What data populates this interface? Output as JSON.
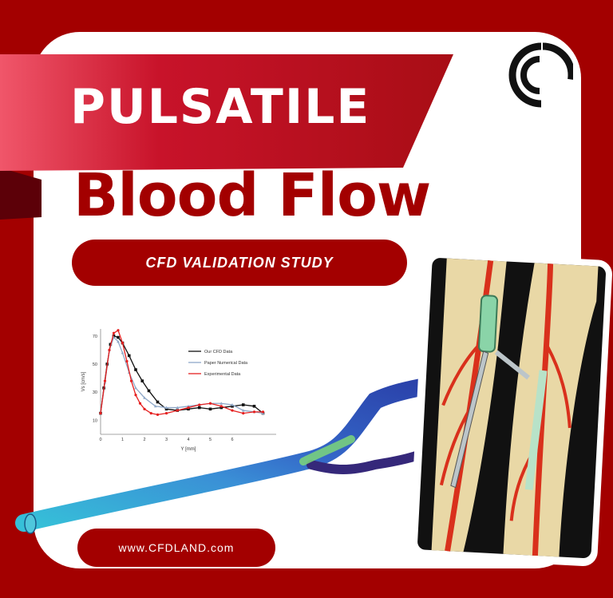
{
  "poster": {
    "title_line1": "PULSATILE",
    "title_line2": "Blood Flow",
    "subtitle": "CFD VALIDATION STUDY",
    "website": "www.CFDLAND.com",
    "colors": {
      "brand_red": "#a30000",
      "white": "#ffffff",
      "black": "#111111"
    }
  },
  "logo": {
    "icon": "cfdland-c-logo-icon"
  },
  "chart_data": {
    "type": "line",
    "title": "",
    "xlabel": "Y [mm]",
    "ylabel": "Vs [cm/s]",
    "xlim": [
      0,
      8
    ],
    "ylim": [
      0,
      75
    ],
    "xticks": [
      "0",
      "1",
      "2",
      "3",
      "4",
      "5",
      "6"
    ],
    "yticks": [
      "10",
      "30",
      "50",
      "70"
    ],
    "legend_position": "right",
    "series": [
      {
        "name": "Our CFD Data",
        "color": "#111111",
        "marker": "square",
        "x": [
          0,
          0.15,
          0.3,
          0.45,
          0.6,
          0.8,
          1.0,
          1.3,
          1.6,
          1.9,
          2.2,
          2.6,
          3.0,
          3.5,
          4.0,
          4.5,
          5.0,
          5.5,
          6.0,
          6.5,
          7.0,
          7.4
        ],
        "y": [
          15,
          33,
          50,
          64,
          70,
          69,
          65,
          56,
          46,
          38,
          31,
          23,
          18,
          17,
          18,
          19,
          18,
          19,
          20,
          21,
          20,
          15
        ]
      },
      {
        "name": "Paper Numerical Data",
        "color": "#8fa8c8",
        "marker": "triangle",
        "x": [
          0,
          0.2,
          0.4,
          0.6,
          0.8,
          1.0,
          1.3,
          1.6,
          2.0,
          2.5,
          3.0,
          3.5,
          4.0,
          4.5,
          5.0,
          5.5,
          6.0,
          6.5,
          7.0,
          7.4
        ],
        "y": [
          15,
          37,
          60,
          69,
          66,
          58,
          44,
          33,
          26,
          20,
          19,
          19,
          20,
          21,
          22,
          22,
          21,
          17,
          16,
          15
        ]
      },
      {
        "name": "Experimental Data",
        "color": "#e52020",
        "marker": "diamond",
        "x": [
          0,
          0.2,
          0.4,
          0.6,
          0.8,
          1.0,
          1.2,
          1.4,
          1.6,
          1.8,
          2.0,
          2.3,
          2.6,
          3.0,
          3.5,
          4.0,
          4.5,
          5.0,
          5.5,
          6.0,
          6.5,
          7.0,
          7.4
        ],
        "y": [
          15,
          38,
          60,
          72,
          74,
          65,
          52,
          38,
          28,
          22,
          18,
          15,
          14,
          15,
          17,
          19,
          21,
          22,
          20,
          17,
          15,
          16,
          16
        ]
      }
    ]
  },
  "images": {
    "vessel": "bifurcated-blood-vessel-cfd-contour",
    "medical": "leg-arteries-stent-illustration"
  }
}
